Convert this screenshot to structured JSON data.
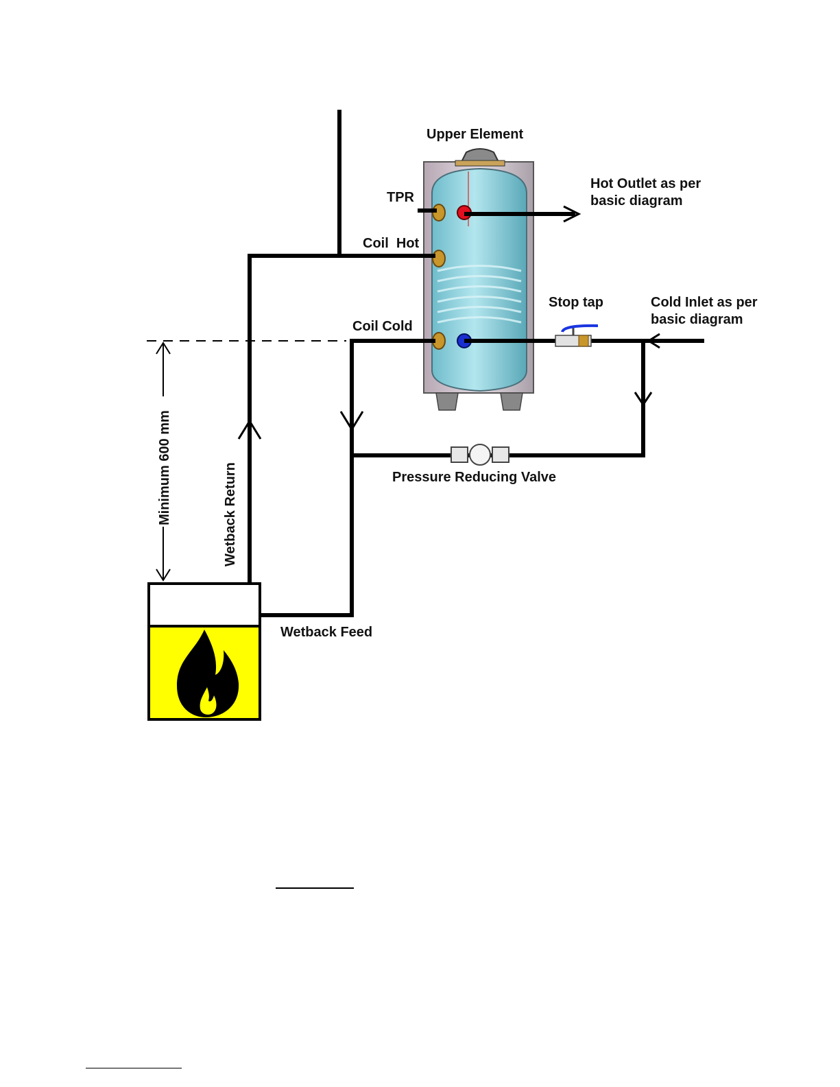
{
  "labels": {
    "upper_element": "Upper Element",
    "tpr": "TPR",
    "hot_outlet_line1": "Hot Outlet as per",
    "hot_outlet_line2": "basic diagram",
    "coil_hot": "Coil  Hot",
    "coil_cold": "Coil Cold",
    "stop_tap": "Stop tap",
    "cold_inlet_line1": "Cold Inlet as per",
    "cold_inlet_line2": "basic diagram",
    "pressure_reducing_valve": "Pressure Reducing Valve",
    "wetback_return": "Wetback Return",
    "minimum_height": "Minimum 600 mm",
    "wetback_feed": "Wetback Feed"
  },
  "colors": {
    "fire_box": "#ffff00",
    "tank_water": "#8fd3df",
    "hot_port": "#e01020",
    "cold_port": "#1a2fd0",
    "brass_fitting": "#c8962a",
    "tap_handle": "#1a35e0"
  },
  "icons": {
    "fire": "fire-icon",
    "tank": "hot-water-cylinder-icon",
    "valve": "pressure-reducing-valve-icon",
    "tap": "stop-tap-icon"
  }
}
